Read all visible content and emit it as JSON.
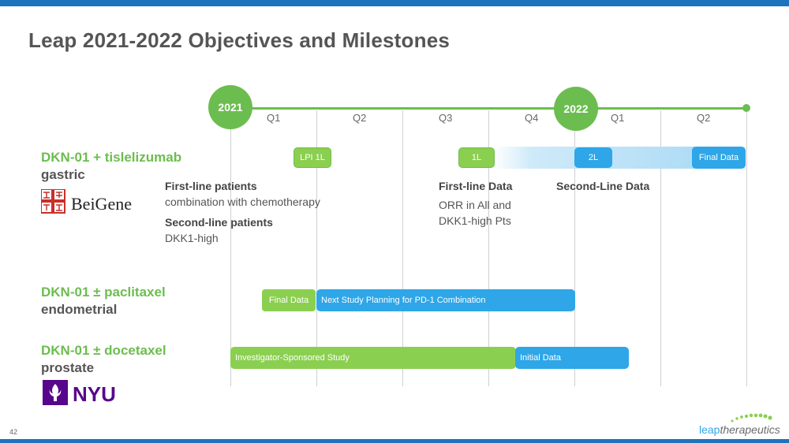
{
  "title": "Leap 2021-2022 Objectives and Milestones",
  "timeline": {
    "years": [
      "2021",
      "2022"
    ],
    "quarters": [
      "Q1",
      "Q2",
      "Q3",
      "Q4",
      "Q1",
      "Q2"
    ]
  },
  "programs": [
    {
      "name": "DKN-01 + tislelizumab",
      "indication": "gastric"
    },
    {
      "name": "DKN-01 ± paclitaxel",
      "indication": "endometrial"
    },
    {
      "name": "DKN-01 ± docetaxel",
      "indication": "prostate"
    }
  ],
  "gastric": {
    "first_line_title": "First-line patients",
    "first_line_desc": "combination with chemotherapy",
    "second_line_title": "Second-line patients",
    "second_line_desc": "DKK1-high",
    "first_line_data_title": "First-line Data",
    "first_line_data_desc_1": "ORR in All and",
    "first_line_data_desc_2": "DKK1-high Pts",
    "second_line_data_title": "Second-Line Data",
    "box_lpi": "LPI 1L",
    "box_1l": "1L",
    "box_2l": "2L",
    "box_final": "Final Data"
  },
  "endometrial": {
    "box_final": "Final Data",
    "box_next": "Next Study Planning for PD-1 Combination"
  },
  "prostate": {
    "box_iss": "Investigator-Sponsored Study",
    "box_initial": "Initial Data"
  },
  "logos": {
    "beigene": "BeiGene",
    "nyu": "NYU",
    "leap": "leaptherapeutics",
    "leap_prefix": "leap",
    "leap_suffix": "therapeutics"
  },
  "page_number": "42",
  "colors": {
    "green": "#6cbd4f",
    "blue": "#2ea6e8",
    "dark_blue": "#1e73be",
    "text": "#555555",
    "beigene_red": "#c8302a",
    "nyu_purple": "#57068c"
  }
}
